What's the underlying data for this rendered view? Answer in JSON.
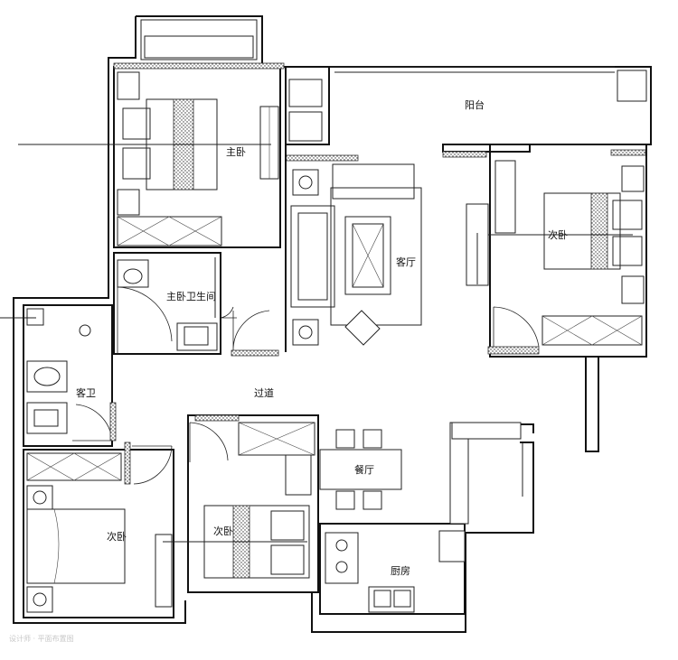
{
  "rooms": {
    "balcony": "阳台",
    "master_bedroom": "主卧",
    "living_room": "客厅",
    "second_bedroom_right": "次卧",
    "master_bathroom": "主卧卫生间",
    "guest_bathroom": "客卫",
    "corridor": "过道",
    "dining_room": "餐厅",
    "second_bedroom_left": "次卧",
    "second_bedroom_middle": "次卧",
    "kitchen": "厨房"
  },
  "watermark": "设计师 · 平面布置图"
}
